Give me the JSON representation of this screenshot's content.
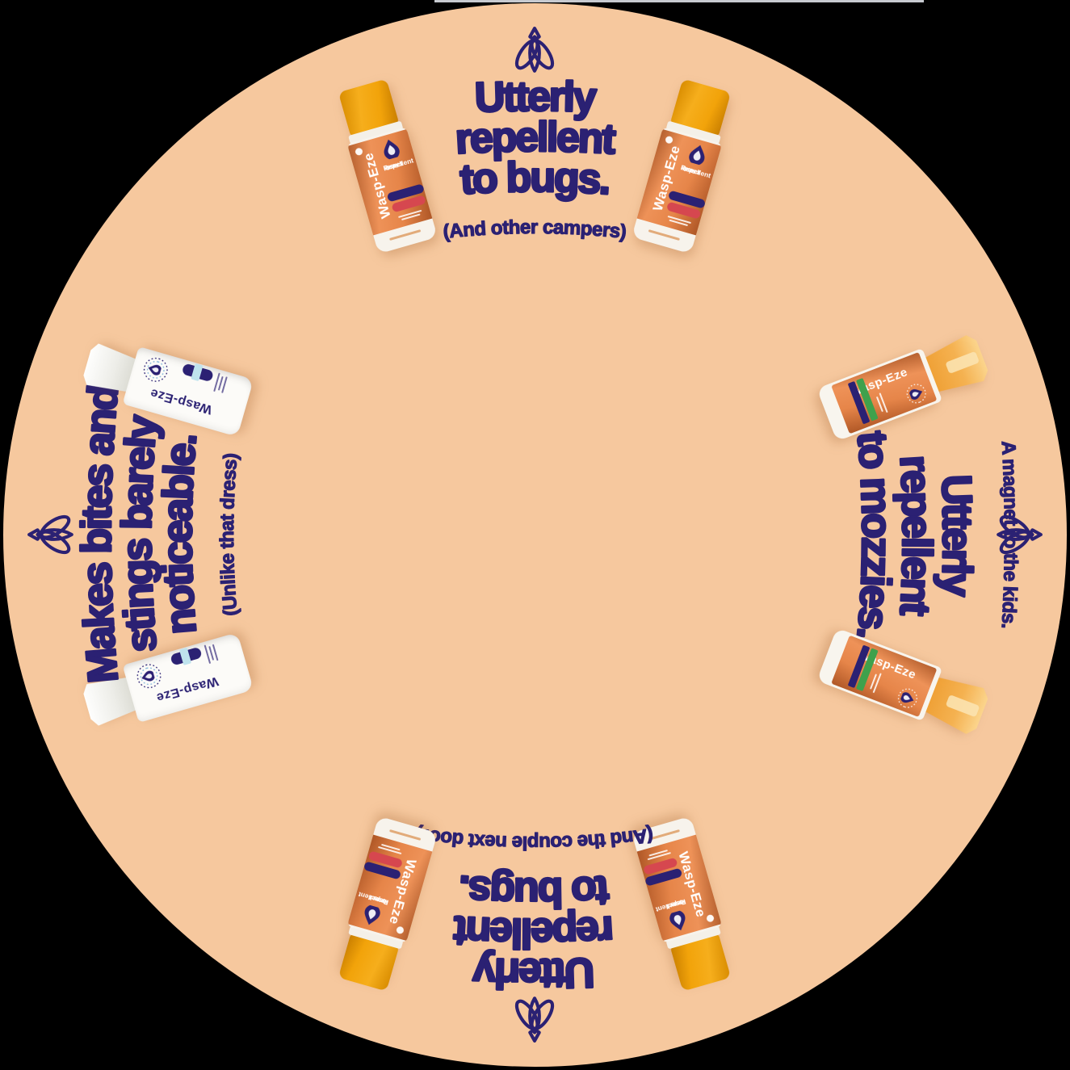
{
  "page": {
    "background": "#000000"
  },
  "wheel": {
    "background": "#F6C89E",
    "text_color": "#2B2173"
  },
  "quadrants": {
    "top": {
      "headline_lines": [
        "Utterly",
        "repellent",
        "to bugs."
      ],
      "caption": "(And other campers)",
      "rotation_deg": 0,
      "bottle_style": "orange-can"
    },
    "right": {
      "kicker": "A magnet to the kids.",
      "headline_lines": [
        "Utterly",
        "repellent",
        "to mozzies."
      ],
      "rotation_deg": 90,
      "bottle_style": "orange-pump-spray"
    },
    "bottom": {
      "headline_lines": [
        "Utterly",
        "repellent",
        "to bugs."
      ],
      "caption": "(And the couple next door)",
      "rotation_deg": 180,
      "bottle_style": "orange-can"
    },
    "left": {
      "headline_lines": [
        "Makes bites and",
        "stings barely",
        "noticeable."
      ],
      "caption": "(Unlike that dress)",
      "rotation_deg": -90,
      "bottle_style": "white-spray"
    }
  },
  "products": {
    "orange_can": {
      "brand": "Wasp-Eze",
      "label_lines": [
        "Insect",
        "Repellent",
        "Spray"
      ]
    },
    "orange_pump_spray": {
      "brand": "Wasp-Eze"
    },
    "white_spray": {
      "brand": "Wasp-Eze"
    }
  },
  "icons": {
    "cardinal": "fly-icon"
  },
  "colors": {
    "navy": "#2B2173",
    "peach": "#F6C89E",
    "label_orange": "#E68549",
    "cap_amber": "#F2A30A",
    "badge_red": "#D6474F",
    "stripe_green": "#3FA14C",
    "light_blue": "#BFE3ED",
    "bottle_white": "#FCFBF8"
  }
}
